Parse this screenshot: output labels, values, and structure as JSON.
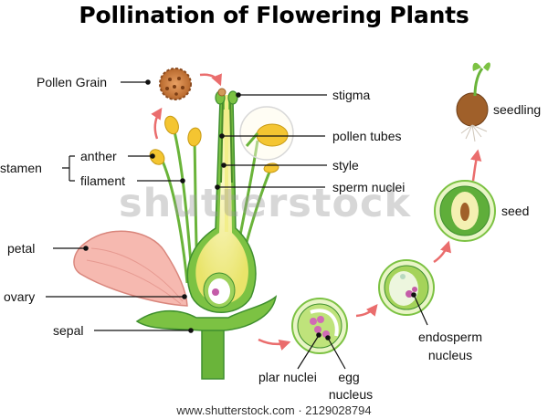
{
  "title": "Pollination of Flowering Plants",
  "labels": {
    "pollen_grain": "Pollen Grain",
    "stigma": "stigma",
    "pollen_tubes": "pollen tubes",
    "style": "style",
    "sperm_nuclei": "sperm nuclei",
    "stamen": "stamen",
    "anther": "anther",
    "filament": "filament",
    "petal": "petal",
    "ovary": "ovary",
    "sepal": "sepal",
    "plar_nuclei": "plar nuclei",
    "egg": "egg",
    "nucleus": "nucleus",
    "endosperm": "endosperm",
    "endosperm_nucleus": "nucleus",
    "seed": "seed",
    "seedling": "seedling"
  },
  "watermark": "shutterstock",
  "footer": "www.shutterstock.com · 2129028794",
  "colors": {
    "plant_green": "#7cc243",
    "dark_green": "#3f8f2e",
    "ovary_yellow": "#f2ee8a",
    "petal_pink": "#f6b9b0",
    "anther_yellow": "#f4c531",
    "arrow_pink": "#ea6d6d",
    "seed_brown": "#a0602a"
  }
}
